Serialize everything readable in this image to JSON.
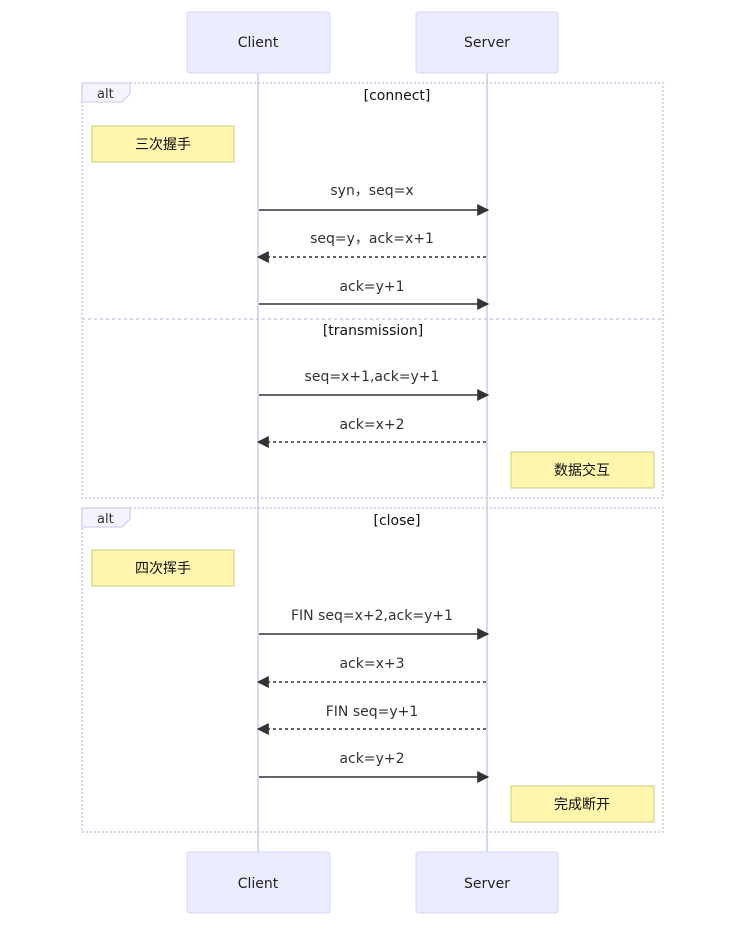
{
  "actors": {
    "client": "Client",
    "server": "Server"
  },
  "frames": [
    {
      "tag": "alt",
      "sections": [
        {
          "condition": "[connect]"
        },
        {
          "condition": "[transmission]"
        }
      ]
    },
    {
      "tag": "alt",
      "sections": [
        {
          "condition": "[close]"
        }
      ]
    }
  ],
  "notes": {
    "handshake": "三次握手",
    "data_exchange": "数据交互",
    "wave": "四次挥手",
    "closed": "完成断开"
  },
  "messages": [
    {
      "text": "syn，seq=x",
      "direction": "client-to-server",
      "style": "solid"
    },
    {
      "text": "seq=y，ack=x+1",
      "direction": "server-to-client",
      "style": "dashed"
    },
    {
      "text": "ack=y+1",
      "direction": "client-to-server",
      "style": "solid"
    },
    {
      "text": "seq=x+1,ack=y+1",
      "direction": "client-to-server",
      "style": "solid"
    },
    {
      "text": "ack=x+2",
      "direction": "server-to-client",
      "style": "dashed"
    },
    {
      "text": "FIN seq=x+2,ack=y+1",
      "direction": "client-to-server",
      "style": "solid"
    },
    {
      "text": "ack=x+3",
      "direction": "server-to-client",
      "style": "dashed"
    },
    {
      "text": "FIN seq=y+1",
      "direction": "server-to-client",
      "style": "dashed"
    },
    {
      "text": "ack=y+2",
      "direction": "client-to-server",
      "style": "solid"
    }
  ]
}
